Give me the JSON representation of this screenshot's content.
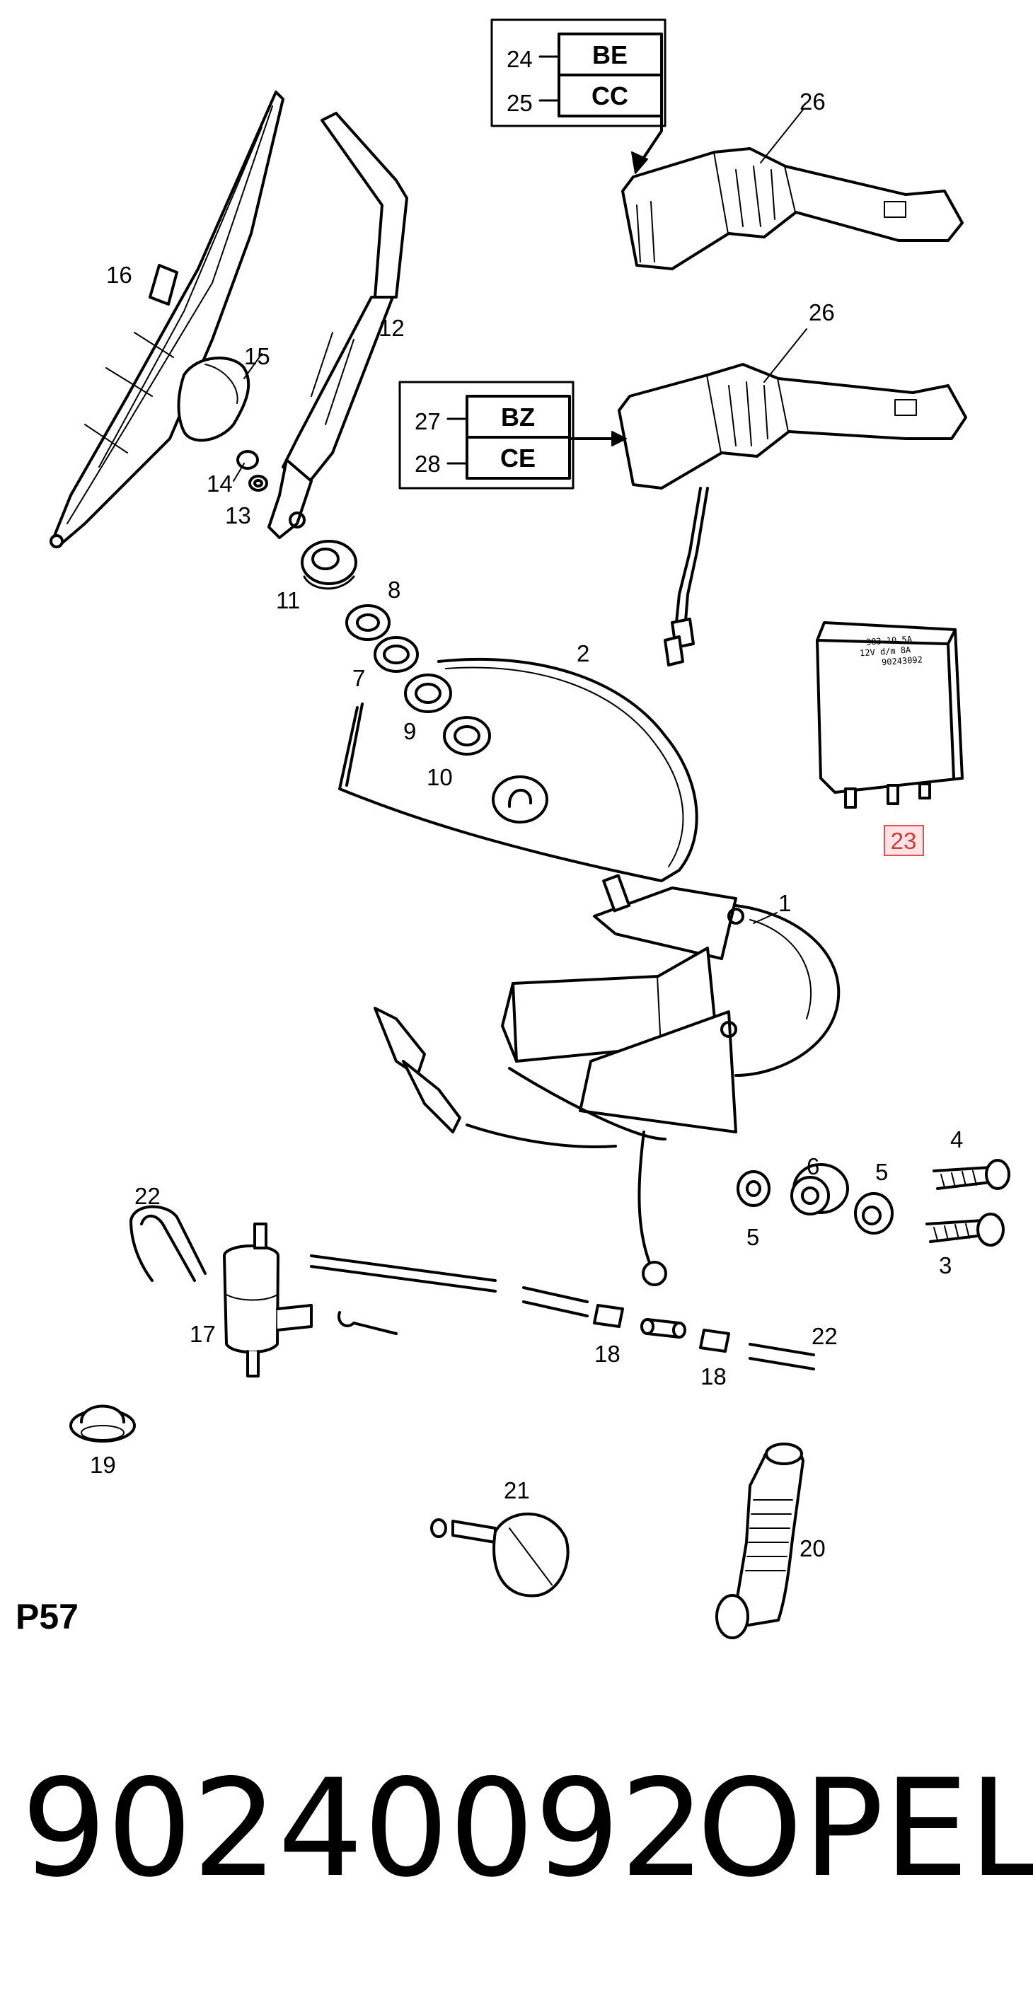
{
  "diagram": {
    "page_code": "P57",
    "part_number": "90240092",
    "brand": "OPEL",
    "highlighted_callout": "23",
    "highlight_color": "#e05050",
    "callouts": {
      "c1": "1",
      "c2": "2",
      "c3": "3",
      "c4": "4",
      "c5a": "5",
      "c5b": "5",
      "c6": "6",
      "c7": "7",
      "c8": "8",
      "c9": "9",
      "c10": "10",
      "c11": "11",
      "c12": "12",
      "c13": "13",
      "c14": "14",
      "c15": "15",
      "c16": "16",
      "c17": "17",
      "c18a": "18",
      "c18b": "18",
      "c19": "19",
      "c20": "20",
      "c21": "21",
      "c22a": "22",
      "c22b": "22",
      "c24": "24",
      "c25": "25",
      "c26a": "26",
      "c26b": "26",
      "c27": "27",
      "c28": "28"
    },
    "codes": {
      "be": "BE",
      "cc": "CC",
      "bz": "BZ",
      "ce": "CE"
    },
    "relay_print": [
      "383-10  5A",
      "12V  d/m  8A",
      "90243092"
    ]
  }
}
